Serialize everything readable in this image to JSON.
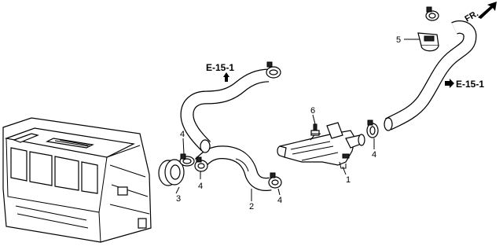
{
  "callouts": {
    "c1": "1",
    "c2": "2",
    "c3": "3",
    "c4a": "4",
    "c4b": "4",
    "c4c": "4",
    "c4d": "4",
    "c5": "5",
    "c6": "6"
  },
  "references": {
    "ref_left": "E-15-1",
    "ref_right": "E-15-1"
  },
  "direction": {
    "front": "FR."
  }
}
